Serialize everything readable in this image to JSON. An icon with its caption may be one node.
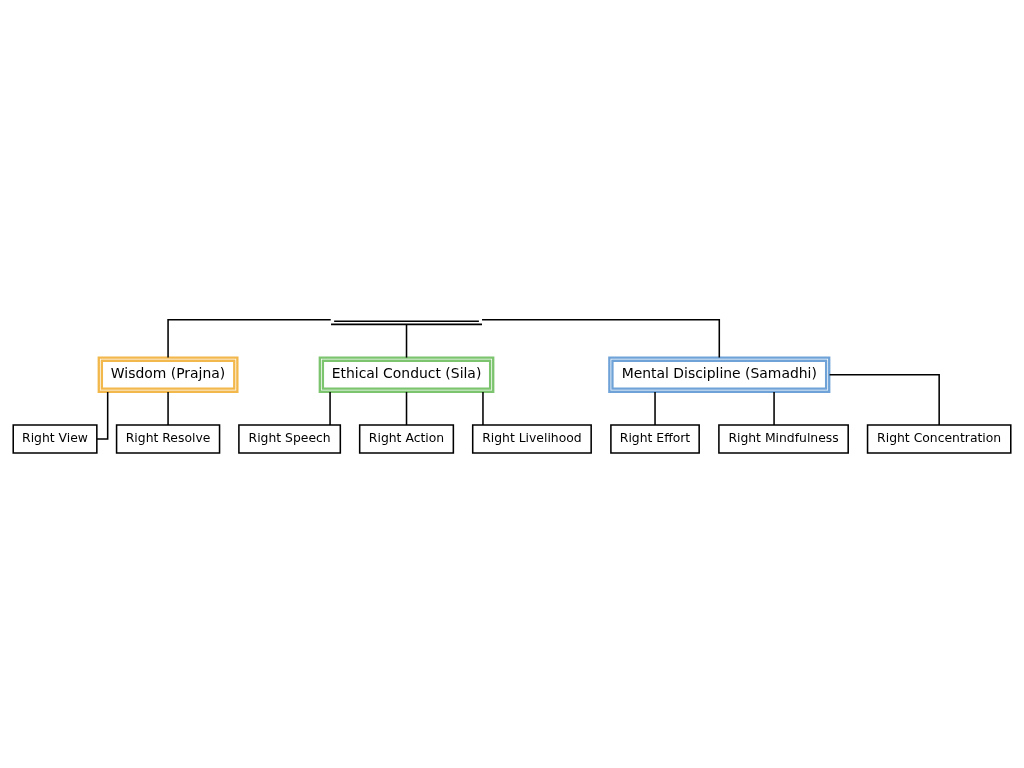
{
  "diagram": {
    "nodes": [
      {
        "text": [],
        "shape": "bar"
      },
      {
        "text": [
          "Wisdom (Prajna)"
        ]
      },
      {
        "text": [
          "Ethical Conduct (Sila)"
        ]
      },
      {
        "text": [
          "Mental Discipline (Samadhi)"
        ]
      },
      {
        "text": [
          "Right View"
        ]
      },
      {
        "text": [
          "Right Resolve"
        ]
      },
      {
        "text": [
          "Right Speech"
        ]
      },
      {
        "text": [
          "Right Action"
        ]
      },
      {
        "text": [
          "Right Livelihood"
        ]
      },
      {
        "text": [
          "Right Effort"
        ]
      },
      {
        "text": [
          "Right Mindfulness"
        ]
      },
      {
        "text": [
          "Right Concentration"
        ]
      }
    ],
    "edges": [
      {
        "from": 0,
        "to": 1,
        "arrow": "none"
      },
      {
        "from": 0,
        "to": 2,
        "arrow": "none"
      },
      {
        "from": 0,
        "to": 3,
        "arrow": "none"
      },
      {
        "from": 1,
        "to": 4,
        "arrow": "none"
      },
      {
        "from": 1,
        "to": 5,
        "arrow": "none"
      },
      {
        "from": 2,
        "to": 6,
        "arrow": "none"
      },
      {
        "from": 2,
        "to": 7,
        "arrow": "none"
      },
      {
        "from": 2,
        "to": 8,
        "arrow": "none"
      },
      {
        "from": 3,
        "to": 9,
        "arrow": "none"
      },
      {
        "from": 3,
        "to": 10,
        "arrow": "none"
      },
      {
        "from": 3,
        "to": 11,
        "arrow": "none"
      }
    ]
  }
}
